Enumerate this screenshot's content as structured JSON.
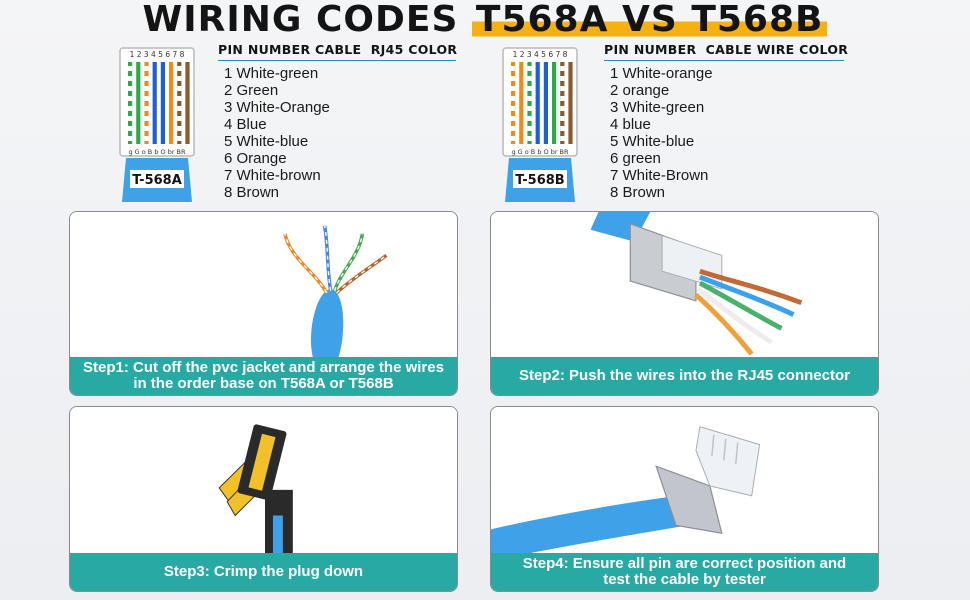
{
  "title": {
    "prefix": "WIRING CODES ",
    "highlight": "T568A VS T568B"
  },
  "left": {
    "connector_label": "T-568A",
    "pin_numbers": "1 2 3 4 5 6 7 8",
    "color_codes": "g G o B b O br BR",
    "header": "PIN NUMBER CABLE  RJ45 COLOR",
    "pins": [
      "1 White-green",
      "2 Green",
      "3 White-Orange",
      "4 Blue",
      "5 White-blue",
      "6 Orange",
      "7 White-brown",
      "8 Brown"
    ],
    "wire_colors": [
      "#2ea84a",
      "#2ea84a",
      "#f08a1c",
      "#1f5fd6",
      "#1f5fd6",
      "#f08a1c",
      "#8a5a2b",
      "#8a5a2b"
    ]
  },
  "right": {
    "connector_label": "T-568B",
    "pin_numbers": "1 2 3 4 5 6 7 8",
    "color_codes": "g G o B b O br BR",
    "header": "PIN NUMBER  CABLE WIRE COLOR",
    "pins": [
      "1 White-orange",
      "2 orange",
      "3 White-green",
      "4 blue",
      "5 White-blue",
      "6 green",
      "7 White-Brown",
      "8 Brown"
    ],
    "wire_colors": [
      "#f08a1c",
      "#f08a1c",
      "#2ea84a",
      "#1f5fd6",
      "#1f5fd6",
      "#2ea84a",
      "#8a5a2b",
      "#8a5a2b"
    ]
  },
  "steps": [
    {
      "line1": "Step1: Cut off the pvc jacket and arrange the wires",
      "line2": "in the order base on T568A or T568B"
    },
    {
      "line1": "Step2: Push the wires into the RJ45 connector",
      "line2": ""
    },
    {
      "line1": "Step3: Crimp the plug down",
      "line2": ""
    },
    {
      "line1": "Step4: Ensure all pin are correct position and",
      "line2": "test the cable by tester"
    }
  ],
  "colors": {
    "accent": "#f6b10f",
    "caption_bg": "#29a9a3",
    "connector_blue": "#3fa2e8",
    "rule": "#2a8dc6"
  }
}
